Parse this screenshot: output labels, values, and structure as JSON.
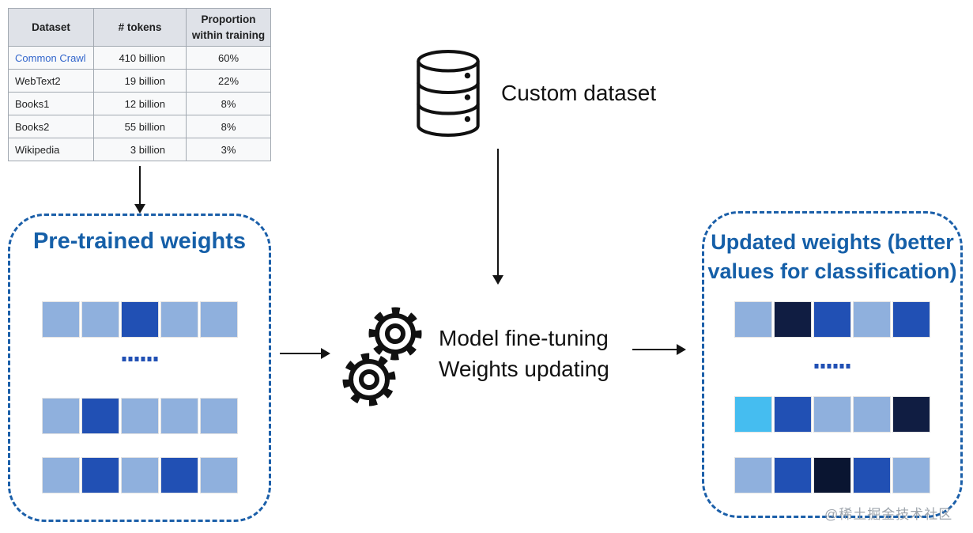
{
  "table": {
    "headers": [
      "Dataset",
      "# tokens",
      "Proportion within training"
    ],
    "rows": [
      {
        "dataset": "Common Crawl",
        "tokens": "410 billion",
        "proportion": "60%",
        "link": true
      },
      {
        "dataset": "WebText2",
        "tokens": "19 billion",
        "proportion": "22%",
        "link": false
      },
      {
        "dataset": "Books1",
        "tokens": "12 billion",
        "proportion": "8%",
        "link": false
      },
      {
        "dataset": "Books2",
        "tokens": "55 billion",
        "proportion": "8%",
        "link": false
      },
      {
        "dataset": "Wikipedia",
        "tokens": "3 billion",
        "proportion": "3%",
        "link": false
      }
    ]
  },
  "custom_dataset": {
    "label": "Custom dataset",
    "icon": "database-icon"
  },
  "pretrained_box": {
    "title": "Pre-trained weights",
    "dots": "......",
    "rows": [
      [
        "light",
        "light",
        "mid",
        "light",
        "light"
      ],
      [
        "light",
        "mid",
        "light",
        "light",
        "light"
      ],
      [
        "light",
        "mid",
        "light",
        "mid",
        "light"
      ]
    ]
  },
  "process": {
    "line1": "Model fine-tuning",
    "line2": "Weights updating",
    "icon": "gears-icon"
  },
  "updated_box": {
    "title_line1": "Updated weights (better",
    "title_line2": "values for classification)",
    "dots": "......",
    "rows": [
      [
        "light",
        "navy",
        "mid",
        "light",
        "mid"
      ],
      [
        "cyan",
        "mid",
        "light",
        "light",
        "navy"
      ],
      [
        "light",
        "mid",
        "darkest",
        "mid",
        "light"
      ]
    ]
  },
  "colors": {
    "light": "#8fb0dd",
    "mid": "#2150b4",
    "navy": "#101d42",
    "darkest": "#0a1531",
    "cyan": "#45bdf0",
    "accent_blue": "#155fa8",
    "dash_border": "#1b5fa9",
    "link_blue": "#3366cc"
  },
  "watermark": "@稀土掘金技术社区"
}
